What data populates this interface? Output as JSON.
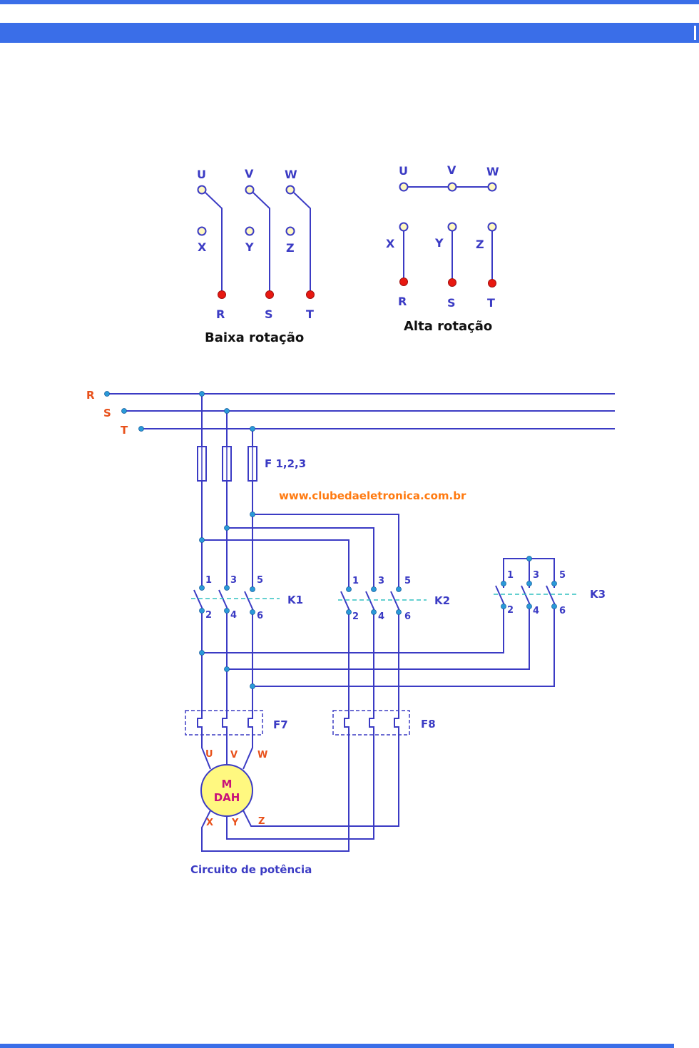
{
  "colors": {
    "wire": "#3b3bc4",
    "accent_bar": "#3a6ee8",
    "junction": "#2a9ad8",
    "terminal_open": "#fff8c0",
    "terminal_red": "#e81810",
    "mech_link": "#30c0c0",
    "motor_fill": "#fff880"
  },
  "connection_diagrams": {
    "low_speed": {
      "caption": "Baixa rotação",
      "top_labels": [
        "U",
        "V",
        "W"
      ],
      "middle_labels": [
        "X",
        "Y",
        "Z"
      ],
      "supply_labels": [
        "R",
        "S",
        "T"
      ]
    },
    "high_speed": {
      "caption": "Alta rotação",
      "top_labels": [
        "U",
        "V",
        "W"
      ],
      "middle_labels": [
        "X",
        "Y",
        "Z"
      ],
      "supply_labels": [
        "R",
        "S",
        "T"
      ]
    }
  },
  "power_circuit": {
    "phases": [
      "R",
      "S",
      "T"
    ],
    "fuses_label": "F 1,2,3",
    "website": "www.clubedaeletronica.com.br",
    "contactors": [
      {
        "name": "K1",
        "top_terminals": [
          "1",
          "3",
          "5"
        ],
        "bottom_terminals": [
          "2",
          "4",
          "6"
        ]
      },
      {
        "name": "K2",
        "top_terminals": [
          "1",
          "3",
          "5"
        ],
        "bottom_terminals": [
          "2",
          "4",
          "6"
        ]
      },
      {
        "name": "K3",
        "top_terminals": [
          "1",
          "3",
          "5"
        ],
        "bottom_terminals": [
          "2",
          "4",
          "6"
        ]
      }
    ],
    "overloads": [
      "F7",
      "F8"
    ],
    "motor": {
      "line1": "M",
      "line2": "DAH",
      "top_terminals": [
        "U",
        "V",
        "W"
      ],
      "bottom_terminals": [
        "X",
        "Y",
        "Z"
      ]
    },
    "caption": "Circuito de potência"
  }
}
